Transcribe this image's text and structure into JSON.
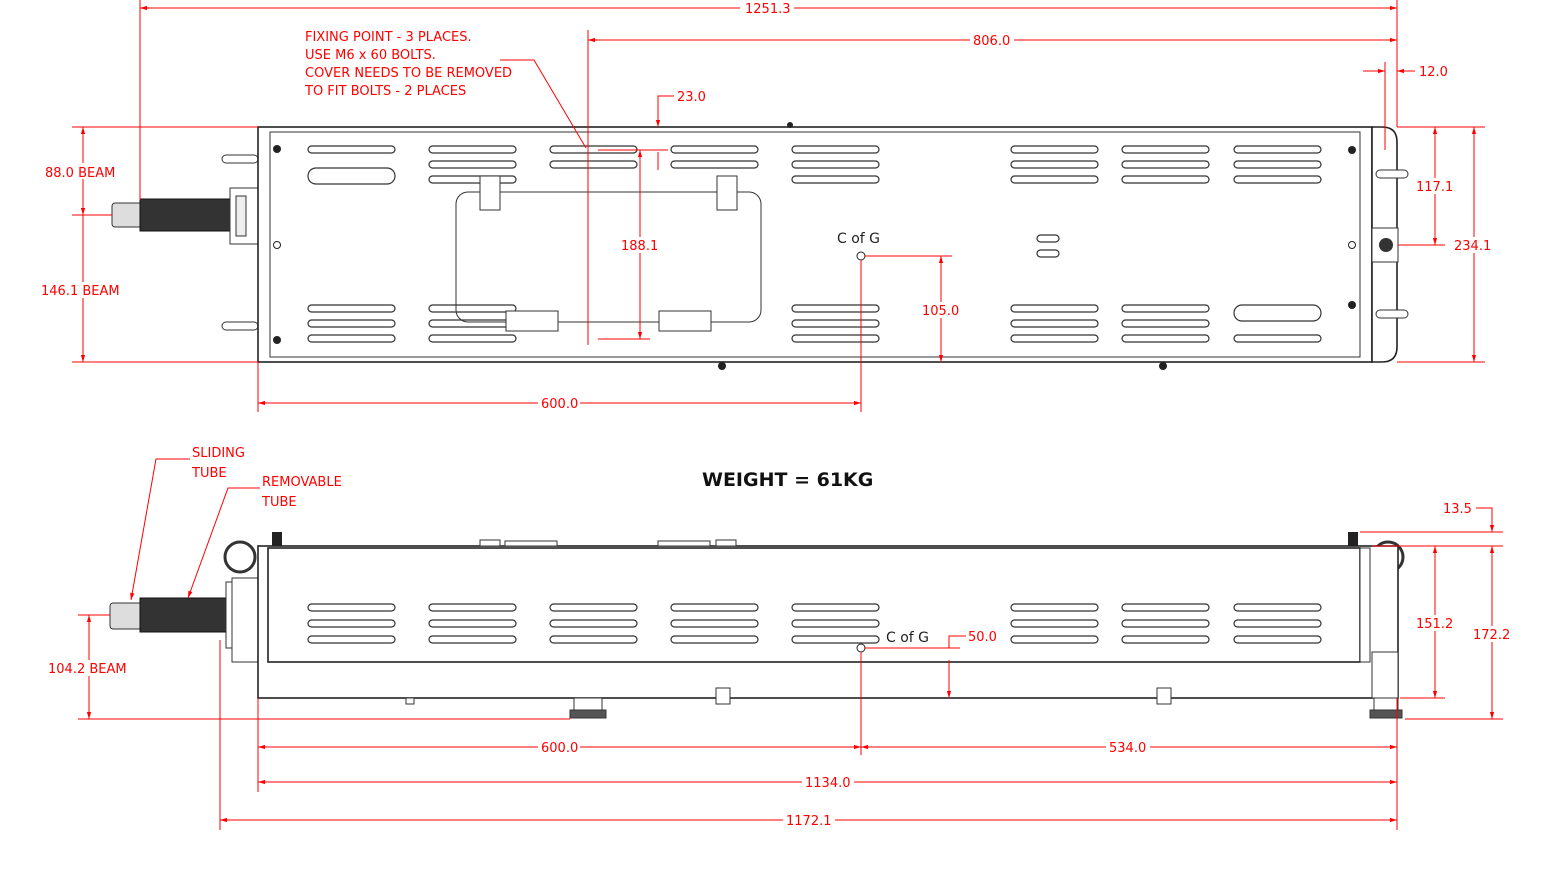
{
  "top_view": {
    "note_lines": [
      "FIXING POINT - 3 PLACES.",
      "USE M6 x 60 BOLTS.",
      "COVER NEEDS TO BE REMOVED",
      "TO FIT BOLTS - 2 PLACES"
    ],
    "dims": {
      "overall_length": "1251.3",
      "fixing_offset": "806.0",
      "end_offset": "12.0",
      "edge_offset": "23.0",
      "beam_upper": "88.0 BEAM",
      "beam_lower": "146.1 BEAM",
      "fixing_span": "188.1",
      "half_width": "117.1",
      "width": "234.1",
      "cog_y": "105.0",
      "cog_x": "600.0"
    },
    "cog_label": "C of G"
  },
  "weight_label": "WEIGHT = 61KG",
  "side_view": {
    "callout_sliding": [
      "SLIDING",
      "TUBE"
    ],
    "callout_removable": [
      "REMOVABLE",
      "TUBE"
    ],
    "dims": {
      "top_offset": "13.5",
      "height_inner": "151.2",
      "height_total": "172.2",
      "beam": "104.2 BEAM",
      "cog_height": "50.0",
      "cog_x": "600.0",
      "cog_to_end": "534.0",
      "body_length": "1134.0",
      "overall_length": "1172.1"
    },
    "cog_label": "C of G"
  }
}
